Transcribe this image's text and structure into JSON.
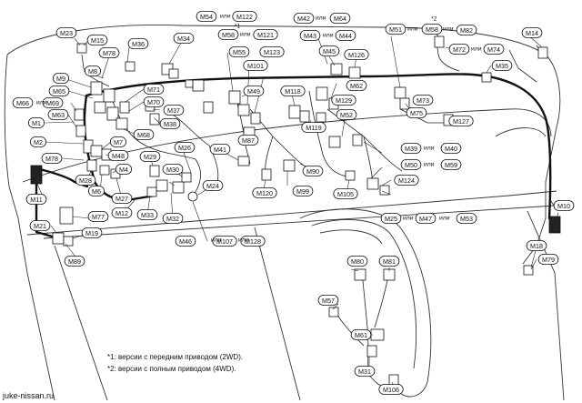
{
  "watermark": "juke-nissan.ru",
  "ili": "или",
  "notes": {
    "n1": "*1: версии с передним приводом (2WD).",
    "n2": "*2: версии с полным приводом (4WD)."
  },
  "stars": {
    "s1": "*1",
    "s2": "*2"
  },
  "connectors": {
    "M1": "M1",
    "M2": "M2",
    "M4": "M4",
    "M6": "M6",
    "M7": "M7",
    "M8": "M8",
    "M9": "M9",
    "M10": "M10",
    "M11": "M11",
    "M12": "M12",
    "M14": "M14",
    "M15": "M15",
    "M18": "M18",
    "M19": "M19",
    "M21": "M21",
    "M23": "M23",
    "M24": "M24",
    "M25": "M25",
    "M26": "M26",
    "M27": "M27",
    "M28": "M28",
    "M29": "M29",
    "M30": "M30",
    "M31": "M31",
    "M32": "M32",
    "M33": "M33",
    "M34": "M34",
    "M35": "M35",
    "M36": "M36",
    "M37": "M37",
    "M38": "M38",
    "M39": "M39",
    "M40": "M40",
    "M41": "M41",
    "M42": "M42",
    "M43": "M43",
    "M44": "M44",
    "M45": "M45",
    "M46": "M46",
    "M47": "M47",
    "M48": "M48",
    "M49": "M49",
    "M50": "M50",
    "M51": "M51",
    "M52": "M52",
    "M53": "M53",
    "M54": "M54",
    "M55": "M55",
    "M57": "M57",
    "M58": "M58",
    "M59": "M59",
    "M61": "M61",
    "M62": "M62",
    "M63": "M63",
    "M64": "M64",
    "M65": "M65",
    "M66": "M66",
    "M68": "M68",
    "M69": "M69",
    "M70": "M70",
    "M71": "M71",
    "M72": "M72",
    "M73": "M73",
    "M74": "M74",
    "M75": "M75",
    "M77": "M77",
    "M78": "M78",
    "M79": "M79",
    "M80": "M80",
    "M81": "M81",
    "M82": "M82",
    "M87": "M87",
    "M89": "M89",
    "M90": "M90",
    "M99": "M99",
    "M101": "M101",
    "M105": "M105",
    "M106": "M106",
    "M107": "M107",
    "M118": "M118",
    "M119": "M119",
    "M120": "M120",
    "M121": "M121",
    "M122": "M122",
    "M123": "M123",
    "M124": "M124",
    "M126": "M126",
    "M127": "M127",
    "M128": "M128",
    "M129": "M129"
  }
}
